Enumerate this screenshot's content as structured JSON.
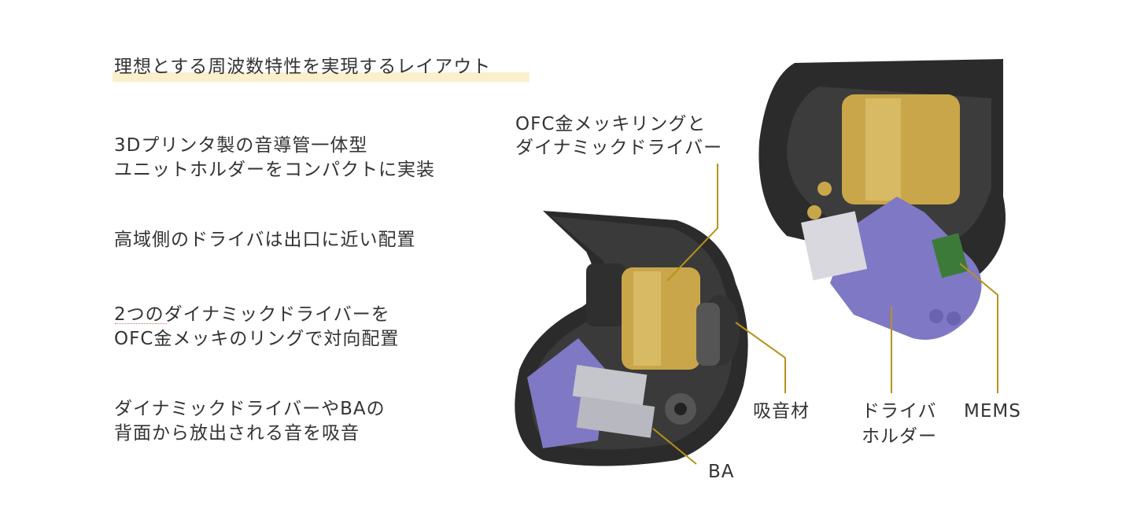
{
  "heading": "理想とする周波数特性を実現するレイアウト",
  "points": [
    {
      "line1": "3Dプリンタ製の音導管一体型",
      "line2": "ユニットホルダーをコンパクトに実装"
    },
    {
      "line1": "高域側のドライバは出口に近い配置"
    },
    {
      "line1": "2つのダイナミックドライバーを",
      "line2": "OFC金メッキのリングで対向配置"
    },
    {
      "line1": "ダイナミックドライバーやBAの",
      "line2": "背面から放出される音を吸音"
    }
  ],
  "callouts": {
    "ofc_line1": "OFC金メッキリングと",
    "ofc_line2": "ダイナミックドライバー",
    "absorber": "吸音材",
    "holder_line1": "ドライバ",
    "holder_line2": "ホルダー",
    "mems": "MEMS",
    "ba": "BA"
  },
  "colors": {
    "leader": "#b8921c",
    "highlight": "#fbefcc",
    "holder": "#7f78c4",
    "gold": "#c9a64a"
  }
}
